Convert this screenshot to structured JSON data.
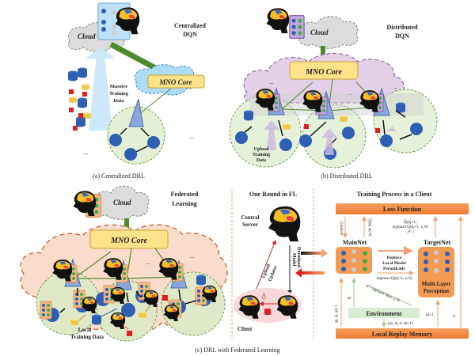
{
  "panels": {
    "a": {
      "title_line1": "Centralized",
      "title_line2": "DQN",
      "cloud_label": "Cloud",
      "core_label": "MNO Core",
      "arrow_label_line1": "Massive",
      "arrow_label_line2": "Training",
      "arrow_label_line3": "Data",
      "ellipsis": "...",
      "caption": "(a) Centralized DRL"
    },
    "b": {
      "title_line1": "Distributed",
      "title_line2": "DQN",
      "cloud_label": "Cloud",
      "core_label": "MNO Core",
      "upload_line1": "Upload",
      "upload_line2": "Training",
      "upload_line3": "Data",
      "ellipsis": "...",
      "caption": "(b) Distributed DRL"
    },
    "c": {
      "fl_title_line1": "Federated",
      "fl_title_line2": "Learning",
      "cloud_label": "Cloud",
      "core_label": "MNO Core",
      "local_line1": "Local",
      "local_line2": "Training Data",
      "ellipsis": "...",
      "round_title": "One Round in FL",
      "server_line1": "Central",
      "server_line2": "Server",
      "download_line1": "Download",
      "download_line2": "Model",
      "upload_line1": "Upload",
      "upload_line2": "Updates",
      "client_label": "Client",
      "training_title": "Training Process in a Client",
      "loss_function": "Loss Function",
      "mainnet": "MainNet",
      "targetnet": "TargetNet",
      "replace_line1": "Replace",
      "replace_line2": "Local Model",
      "replace_line3": "Periodically",
      "mlp_line1": "Multi-Layer",
      "mlp_line2": "Perception",
      "environment": "Environment",
      "replay_memory": "Local Replay Memory",
      "gradient": "Gradient",
      "q_main": "Q(φj, aj; θ)",
      "q_target_line1": "Q̂(φj+1,",
      "q_target_line2": "argmaxa Q(φj+1, a; θ)",
      "q_target_line3": "; θ⁻)",
      "argmax_label": "argmaxa Q(φj+1, a; θ)",
      "action_label": "at = argmaxa Q(φt, a; θ)",
      "phi_t": "φt",
      "phi_pair": "φj, aj, φj+1",
      "phi_next": "φj+1",
      "r_j": "rj",
      "transition": "(φt, at, rt, φt+1)",
      "caption": "(c) DRL with Federated Learning"
    }
  },
  "colors": {
    "cloud_gray": "#d9d9d9",
    "core_yellow": "#ffe38a",
    "core_border": "#c9a227",
    "blue_node": "#2f5fb3",
    "green_cell": "#e3f0d6",
    "purple_cloud": "#e3cfe8",
    "orange_cloud": "#f9dccb",
    "orange_accent": "#f08a3c",
    "link_green": "#4f8a2c",
    "red": "#e02020"
  }
}
